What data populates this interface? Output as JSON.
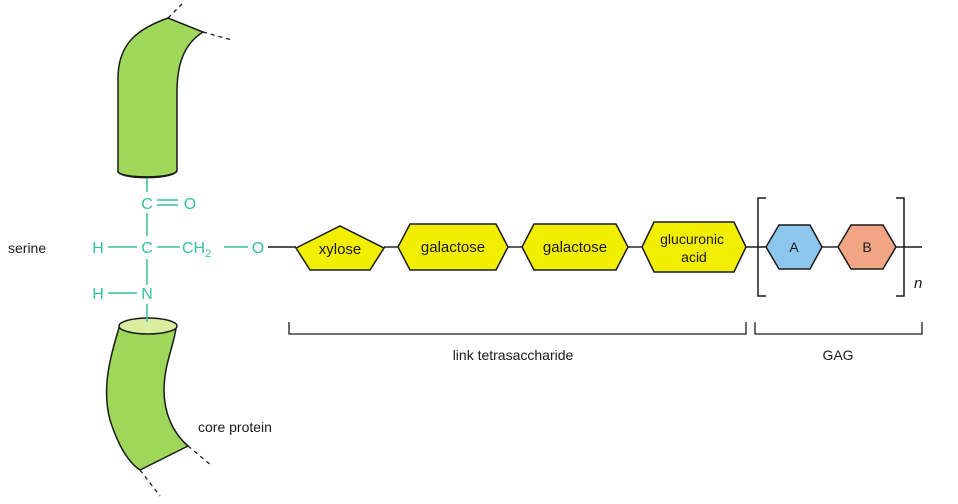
{
  "colors": {
    "protein_fill": "#9ed75a",
    "protein_top": "#d9eea0",
    "protein_stroke": "#1a1a1a",
    "chemistry": "#33c49a",
    "sugar_yellow": "#f2ee00",
    "sugar_blue": "#8ec7ee",
    "sugar_salmon": "#f2a583",
    "line": "#1a1a1a"
  },
  "labels": {
    "serine": "serine",
    "core_protein": "core protein",
    "link_tetrasaccharide": "link tetrasaccharide",
    "gag": "GAG",
    "repeat_subscript": "n"
  },
  "serine_structure": {
    "c_top": "C",
    "o_double": "O",
    "h_left": "H",
    "c_center": "C",
    "ch2_text": "CH",
    "ch2_sub": "2",
    "o_link": "O",
    "h_bottom": "H",
    "n": "N"
  },
  "sugars": [
    {
      "label_lines": [
        "xylose"
      ],
      "shape": "pentagon-icon",
      "color": "yellow"
    },
    {
      "label_lines": [
        "galactose"
      ],
      "shape": "hexagon-icon",
      "color": "yellow"
    },
    {
      "label_lines": [
        "galactose"
      ],
      "shape": "hexagon-icon",
      "color": "yellow"
    },
    {
      "label_lines": [
        "glucuronic",
        "acid"
      ],
      "shape": "hexagon-icon",
      "color": "yellow"
    },
    {
      "label_lines": [
        "A"
      ],
      "shape": "hexagon-icon",
      "color": "blue"
    },
    {
      "label_lines": [
        "B"
      ],
      "shape": "hexagon-icon",
      "color": "salmon"
    }
  ]
}
